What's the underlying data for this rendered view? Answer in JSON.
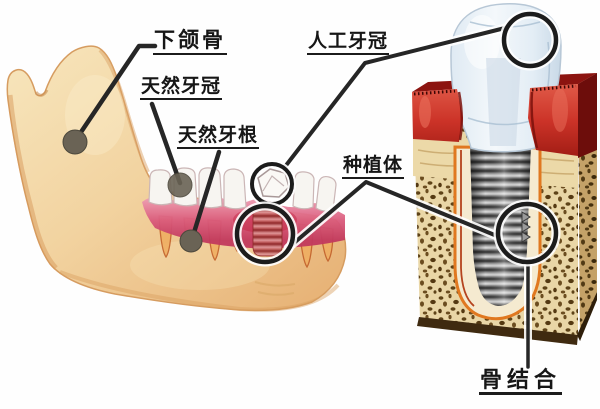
{
  "labels": {
    "mandible": "下颌骨",
    "natural_crown": "天然牙冠",
    "natural_root": "天然牙根",
    "artificial_crown": "人工牙冠",
    "implant": "种植体",
    "osseointegration": "骨结合"
  },
  "colors": {
    "background": "#fefefe",
    "bone_beige": "#f2d3a0",
    "bone_shadow": "#d89a5c",
    "gum_pink": "#d94f72",
    "gum_red": "#c42b20",
    "gum_dark_red": "#8c1410",
    "cortical_cream": "#ecd9a8",
    "spongy_speckle": "#5e4318",
    "implant_metal": "#9a9a9a",
    "crown_blue_white": "#e8f0f7",
    "callout_line": "#262626",
    "marker_dot": "#6a6355"
  }
}
